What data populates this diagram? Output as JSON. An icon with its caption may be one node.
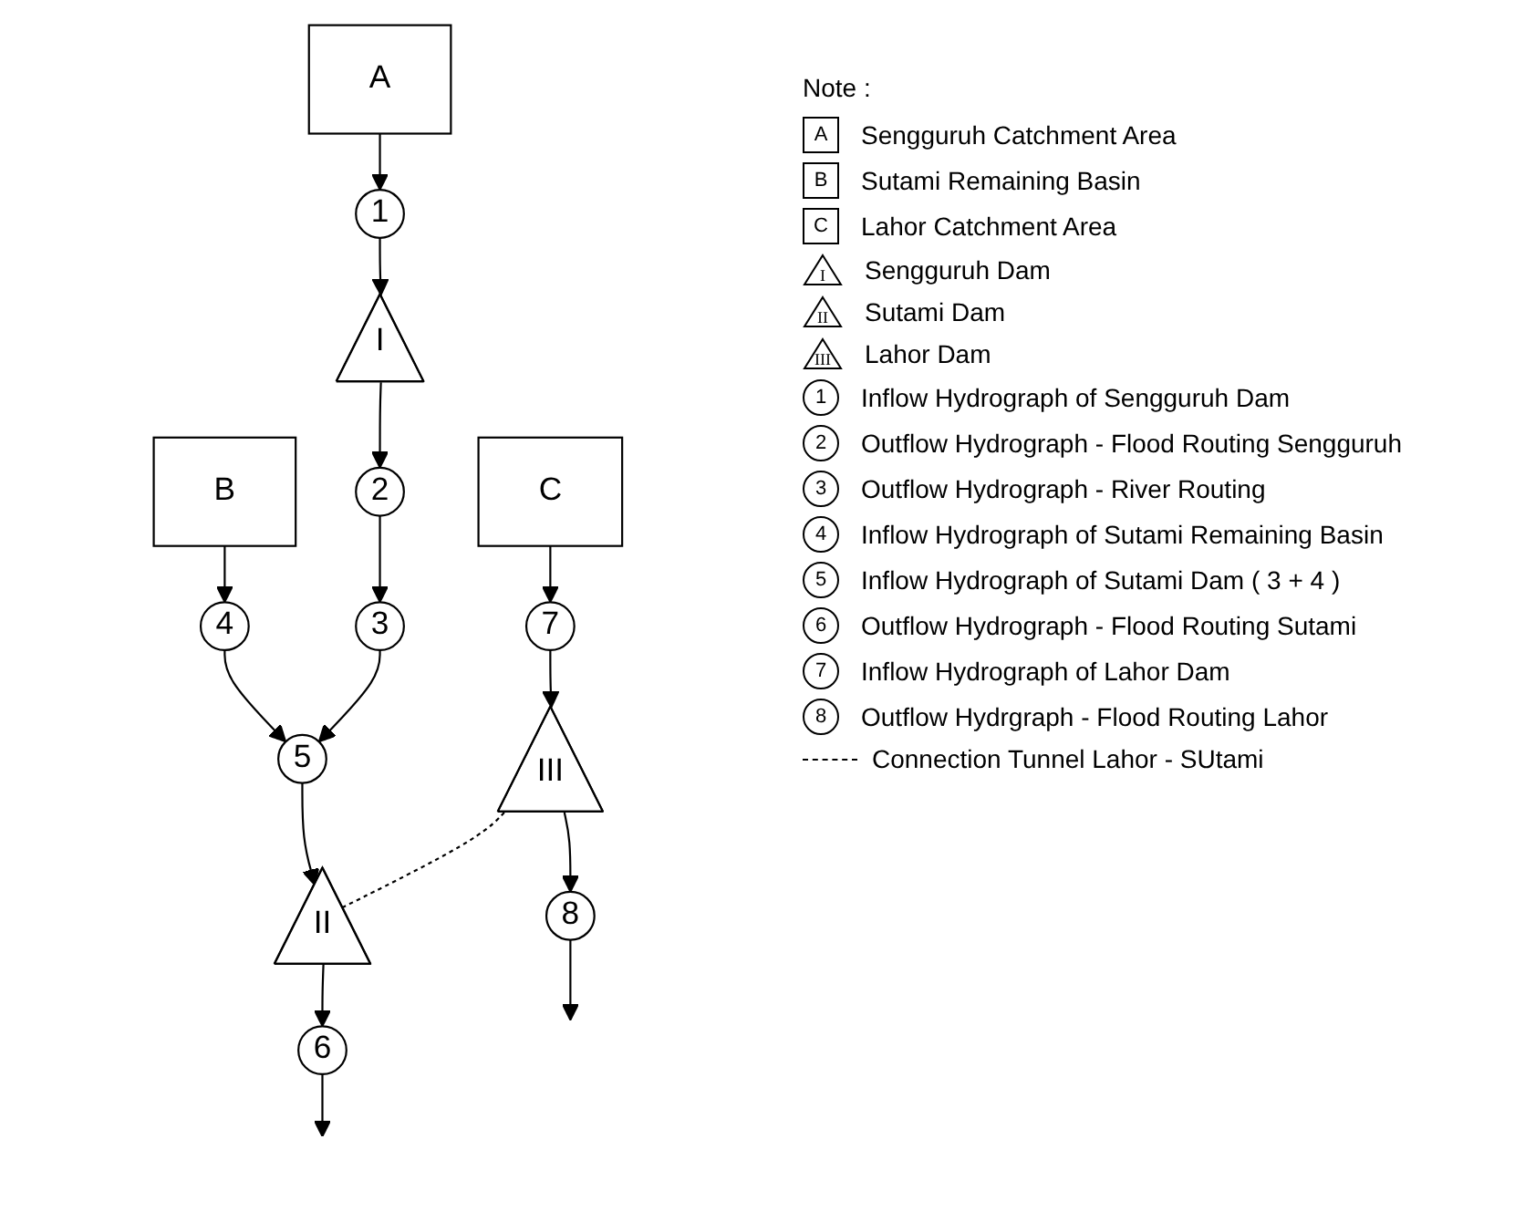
{
  "diagram": {
    "nodes": [
      {
        "text": [
          "A"
        ]
      },
      {
        "text": [
          "1"
        ]
      },
      {
        "text": [
          "I"
        ]
      },
      {
        "text": [
          "2"
        ]
      },
      {
        "text": [
          "B"
        ]
      },
      {
        "text": [
          "4"
        ]
      },
      {
        "text": [
          "3"
        ]
      },
      {
        "text": [
          "5"
        ]
      },
      {
        "text": [
          "C"
        ]
      },
      {
        "text": [
          "7"
        ]
      },
      {
        "text": [
          "III"
        ]
      },
      {
        "text": [
          "II"
        ]
      },
      {
        "text": [
          "8"
        ]
      },
      {
        "text": [
          "6"
        ]
      }
    ],
    "edges": [
      {
        "from": 0,
        "to": 1,
        "arrow": "to"
      },
      {
        "from": 1,
        "to": 2,
        "arrow": "to"
      },
      {
        "from": 2,
        "to": 3,
        "arrow": "to"
      },
      {
        "from": 3,
        "to": 6,
        "arrow": "to"
      },
      {
        "from": 4,
        "to": 5,
        "arrow": "to"
      },
      {
        "from": 5,
        "to": 7,
        "arrow": "to"
      },
      {
        "from": 6,
        "to": 7,
        "arrow": "to"
      },
      {
        "from": 7,
        "to": 11,
        "arrow": "to"
      },
      {
        "from": 8,
        "to": 9,
        "arrow": "to"
      },
      {
        "from": 9,
        "to": 10,
        "arrow": "to"
      },
      {
        "from": 10,
        "to": 11,
        "arrow": "none",
        "style": "dashed"
      },
      {
        "from": 10,
        "to": 12,
        "arrow": "to"
      },
      {
        "from": 11,
        "to": 13,
        "arrow": "to"
      },
      {
        "from": 12,
        "to": null,
        "arrow": "to"
      },
      {
        "from": 13,
        "to": null,
        "arrow": "to"
      }
    ],
    "labels": [
      "Note :",
      "A",
      "B",
      "C",
      "I",
      "II",
      "III",
      "1",
      "2",
      "3",
      "4",
      "5",
      "6",
      "7",
      "8"
    ],
    "legend": [
      {
        "text": "Sengguruh Catchment Area"
      },
      {
        "text": "Sutami Remaining Basin"
      },
      {
        "text": "Lahor Catchment Area"
      },
      {
        "text": "Sengguruh Dam"
      },
      {
        "text": "Sutami Dam"
      },
      {
        "text": "Lahor Dam"
      },
      {
        "text": "Inflow Hydrograph of Sengguruh Dam"
      },
      {
        "text": "Outflow Hydrograph - Flood Routing Sengguruh"
      },
      {
        "text": "Outflow Hydrograph - River Routing"
      },
      {
        "text": "Inflow Hydrograph of Sutami Remaining Basin"
      },
      {
        "text": "Inflow Hydrograph of Sutami Dam ( 3 + 4 )"
      },
      {
        "text": "Outflow Hydrograph - Flood Routing Sutami"
      },
      {
        "text": "Inflow Hydrograph of Lahor Dam"
      },
      {
        "text": "Outflow Hydrgraph - Flood Routing Lahor"
      },
      {
        "text": "Connection Tunnel Lahor - SUtami"
      }
    ]
  }
}
